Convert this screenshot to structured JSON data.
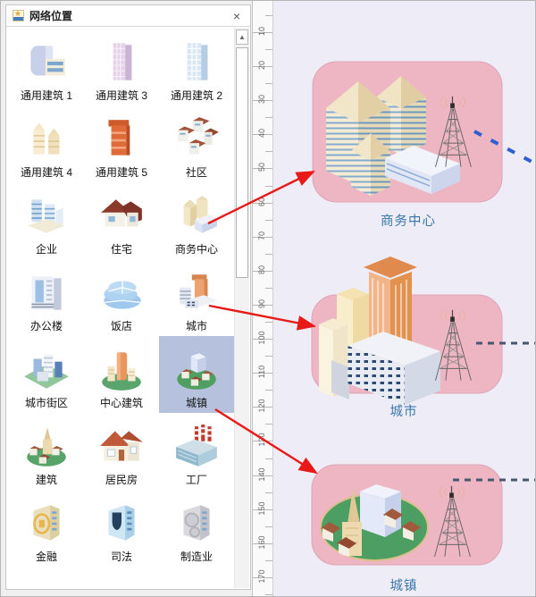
{
  "window": {
    "title": "网络位置",
    "close": "×",
    "scroll_up": "▲"
  },
  "panel": {
    "items": [
      {
        "label": "通用建筑 1",
        "icon": "generic-building-1",
        "selected": false
      },
      {
        "label": "通用建筑 3",
        "icon": "generic-building-3",
        "selected": false
      },
      {
        "label": "通用建筑 2",
        "icon": "generic-building-2",
        "selected": false
      },
      {
        "label": "通用建筑 4",
        "icon": "generic-building-4",
        "selected": false
      },
      {
        "label": "通用建筑 5",
        "icon": "generic-building-5",
        "selected": false
      },
      {
        "label": "社区",
        "icon": "community",
        "selected": false
      },
      {
        "label": "企业",
        "icon": "enterprise",
        "selected": false
      },
      {
        "label": "住宅",
        "icon": "residence",
        "selected": false
      },
      {
        "label": "商务中心",
        "icon": "business-center",
        "selected": false
      },
      {
        "label": "办公楼",
        "icon": "office-building",
        "selected": false
      },
      {
        "label": "饭店",
        "icon": "hotel",
        "selected": false
      },
      {
        "label": "城市",
        "icon": "city",
        "selected": false
      },
      {
        "label": "城市街区",
        "icon": "city-block",
        "selected": false
      },
      {
        "label": "中心建筑",
        "icon": "central-building",
        "selected": false
      },
      {
        "label": "城镇",
        "icon": "town",
        "selected": true
      },
      {
        "label": "建筑",
        "icon": "building",
        "selected": false
      },
      {
        "label": "居民房",
        "icon": "residential-house",
        "selected": false
      },
      {
        "label": "工厂",
        "icon": "factory",
        "selected": false
      },
      {
        "label": "金融",
        "icon": "finance",
        "selected": false
      },
      {
        "label": "司法",
        "icon": "justice",
        "selected": false
      },
      {
        "label": "制造业",
        "icon": "manufacturing",
        "selected": false
      }
    ]
  },
  "ruler": {
    "labels": [
      "10",
      "20",
      "30",
      "40",
      "50",
      "60",
      "70",
      "80",
      "90",
      "100",
      "110",
      "120",
      "130",
      "140",
      "150",
      "160",
      "170"
    ]
  },
  "canvas": {
    "nodes": [
      {
        "label": "商务中心"
      },
      {
        "label": "城市"
      },
      {
        "label": "城镇"
      }
    ]
  },
  "colors": {
    "canvas_bg": "#eeedf7",
    "shape_fill": "#eeb5c3",
    "shape_stroke": "#dfa4b6",
    "arrow_red": "#e81a17",
    "dash_blue": "#2e5fd3",
    "dash_dark": "#46586d",
    "label_blue": "#3a78a9",
    "selection": "#b6c2dd"
  }
}
